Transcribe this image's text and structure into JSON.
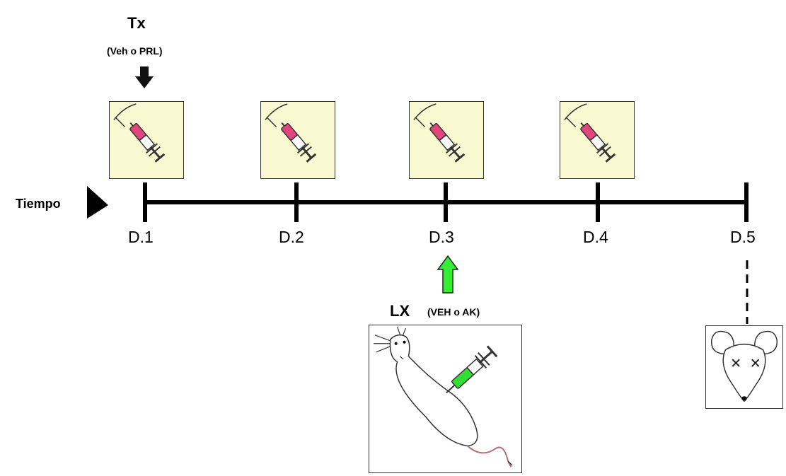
{
  "treatment": {
    "label": "Tx",
    "sublabel": "(Veh o PRL)"
  },
  "timeline": {
    "label": "Tiempo",
    "days": [
      "D.1",
      "D.2",
      "D.3",
      "D.4",
      "D.5"
    ]
  },
  "lesion": {
    "label": "LX",
    "sublabel": "(VEH o AK)"
  },
  "colors": {
    "syringe_treatment": "#e0457b",
    "syringe_lesion": "#33dd33",
    "arrow_lesion": "#33ee33",
    "box_background": "#fafad2",
    "timeline": "#000000"
  },
  "icons": {
    "treatment_injection": "syringe-icon",
    "lesion_injection": "rat-injection-icon",
    "endpoint": "dead-mouse-icon"
  }
}
